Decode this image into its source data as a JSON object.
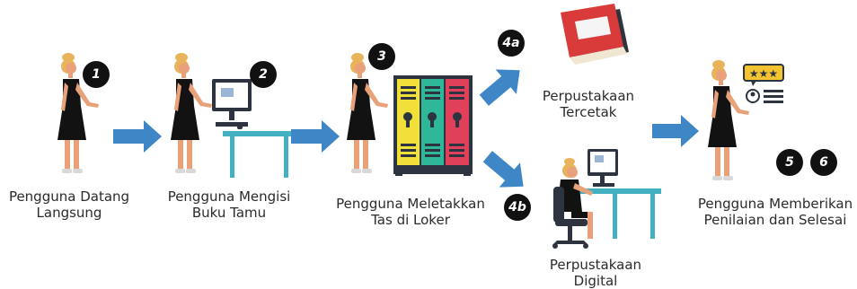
{
  "colors": {
    "arrow": "#3E86C6",
    "skin": "#E8A178",
    "hair": "#E9B35B",
    "dress": "#121212",
    "desk": "#43B1C1",
    "locker_yellow": "#F2E03A",
    "locker_teal": "#2FB79A",
    "locker_red": "#E0405A",
    "book_red": "#D93A3A",
    "book_dark": "#2D3440"
  },
  "steps": [
    {
      "badge": "1",
      "line1": "Pengguna Datang",
      "line2": "Langsung"
    },
    {
      "badge": "2",
      "line1": "Pengguna Mengisi",
      "line2": "Buku Tamu"
    },
    {
      "badge": "3",
      "line1": "Pengguna Meletakkan",
      "line2": "Tas di Loker"
    },
    {
      "badge": "4a",
      "line1": "Perpustakaan",
      "line2": "Tercetak"
    },
    {
      "badge": "4b",
      "line1": "Perpustakaan",
      "line2": "Digital"
    },
    {
      "badge": "5",
      "badge2": "6",
      "line1": "Pengguna Memberikan",
      "line2": "Penilaian dan Selesai"
    }
  ]
}
